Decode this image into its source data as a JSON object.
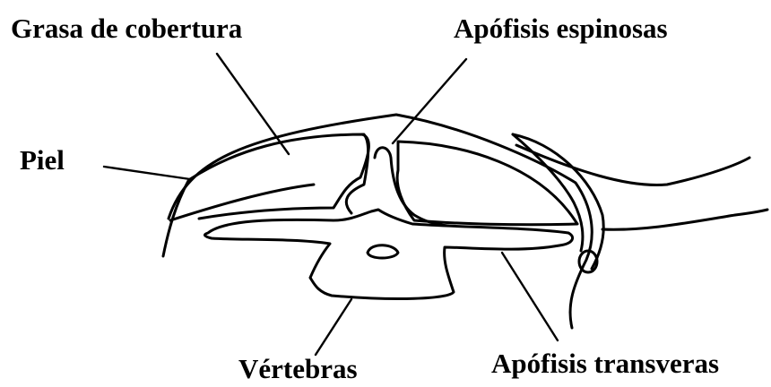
{
  "labels": {
    "fat": "Grasa de cobertura",
    "spinous": "Apófisis espinosas",
    "skin": "Piel",
    "vertebrae": "Vértebras",
    "transverse": "Apófisis transveras"
  }
}
